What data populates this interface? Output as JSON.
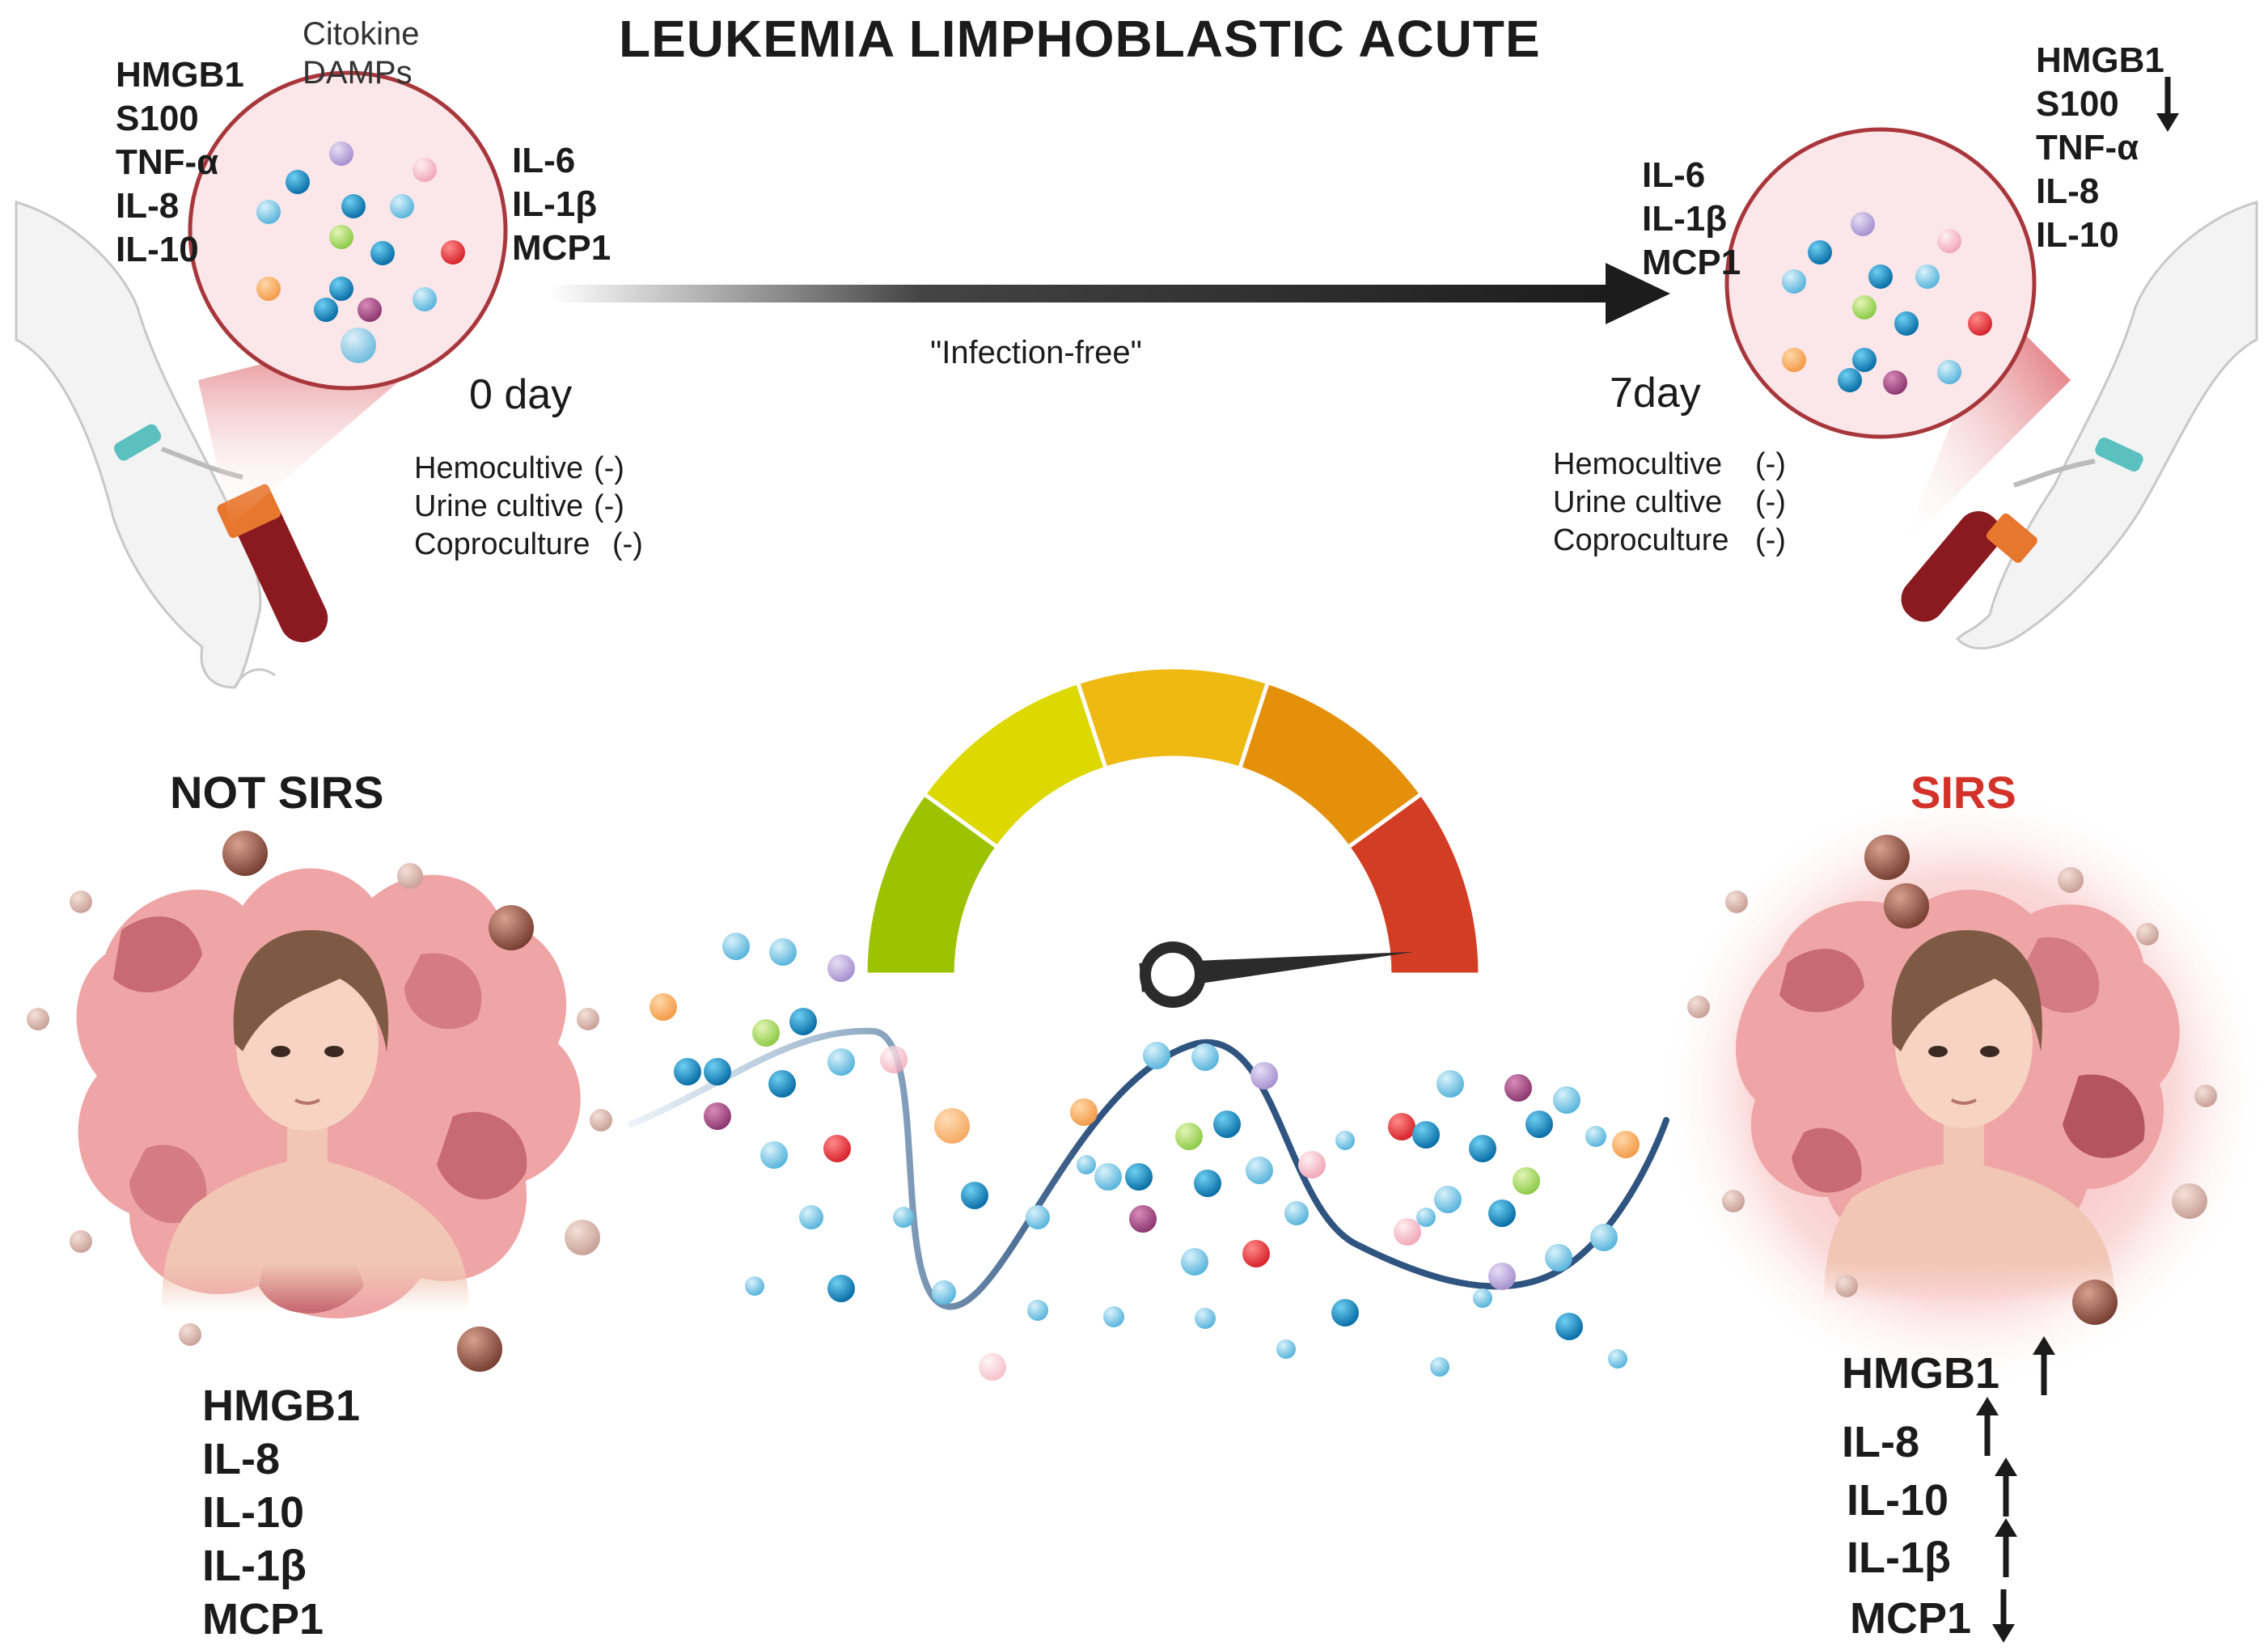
{
  "title": "LEUKEMIA LIMPHOBLASTIC ACUTE",
  "left_panel": {
    "header": [
      "Citokine",
      "DAMPs"
    ],
    "markers_left": [
      "HMGB1",
      "S100",
      "TNF-α",
      "IL-8",
      "IL-10"
    ],
    "markers_right": [
      "IL-6",
      "IL-1β",
      "MCP1"
    ],
    "day": "0 day",
    "cultures": [
      {
        "name": "Hemocultive",
        "result": "(-)"
      },
      {
        "name": "Urine cultive",
        "result": "(-)"
      },
      {
        "name": "Coproculture",
        "result": "(-)"
      }
    ]
  },
  "arrow_label": "\"Infection-free\"",
  "right_panel": {
    "markers_left": [
      "IL-6",
      "IL-1β",
      "MCP1"
    ],
    "markers_right": [
      "HMGB1",
      "S100",
      "TNF-α",
      "IL-8",
      "IL-10"
    ],
    "markers_right_trend": "down",
    "day": "7day",
    "cultures": [
      {
        "name": "Hemocultive",
        "result": "(-)"
      },
      {
        "name": "Urine cultive",
        "result": "(-)"
      },
      {
        "name": "Coproculture",
        "result": "(-)"
      }
    ]
  },
  "not_sirs": {
    "label": "NOT SIRS",
    "markers": [
      "HMGB1",
      "IL-8",
      "IL-10",
      "IL-1β",
      "MCP1"
    ]
  },
  "sirs": {
    "label": "SIRS",
    "label_color": "#d3322a",
    "markers": [
      {
        "name": "HMGB1",
        "trend": "up"
      },
      {
        "name": "IL-8",
        "trend": "up"
      },
      {
        "name": "IL-10",
        "trend": "up"
      },
      {
        "name": "IL-1β",
        "trend": "up"
      },
      {
        "name": "MCP1",
        "trend": "down"
      }
    ]
  },
  "gauge": {
    "segment_colors": [
      "#9cc200",
      "#dcd800",
      "#efb914",
      "#e5900a",
      "#d33d24"
    ],
    "needle_level": 0.97
  },
  "colors": {
    "vessel_border": "#a8373c",
    "tissue_pink": "#efa4a6",
    "tissue_dark": "#c86a72",
    "curve": "#2f5480"
  }
}
